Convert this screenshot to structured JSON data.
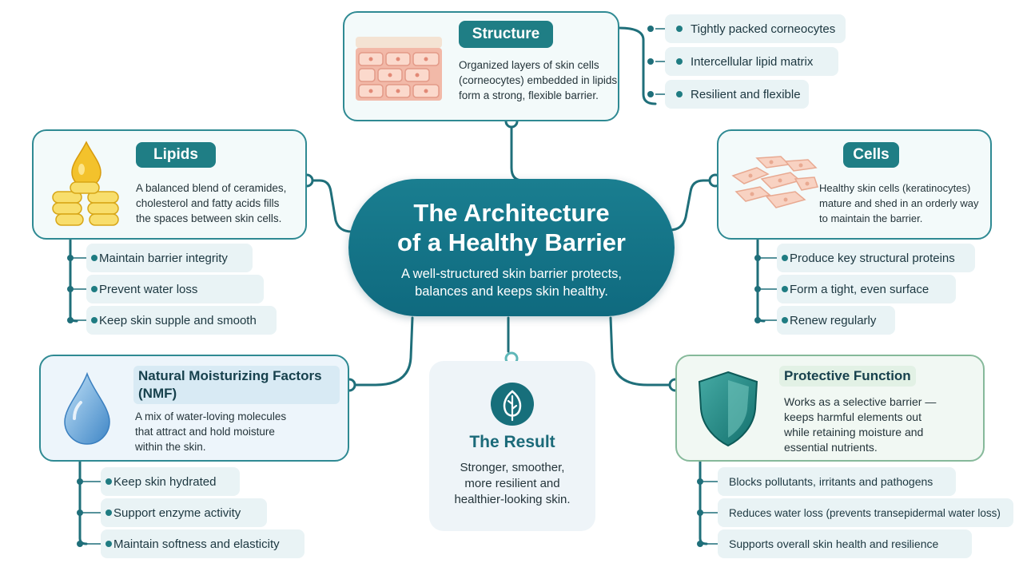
{
  "colors": {
    "teal": "#1f7e85",
    "teal_dark": "#0f6a7f",
    "chip_bg": "#e9f3f5",
    "green_border": "#86b99a"
  },
  "center": {
    "title_line1": "The Architecture",
    "title_line2": "of a Healthy Barrier",
    "subtitle_line1": "A well-structured skin barrier protects,",
    "subtitle_line2": "balances and keeps skin healthy."
  },
  "structure": {
    "title": "Structure",
    "desc": [
      "Organized layers of skin cells",
      "(corneocytes) embedded in lipids",
      "form a strong, flexible barrier."
    ],
    "bullets": [
      "Tightly packed corneocytes",
      "Intercellular lipid matrix",
      "Resilient and flexible"
    ],
    "icon": "skin-layers-icon"
  },
  "lipids": {
    "title": "Lipids",
    "desc": [
      "A balanced blend of ceramides,",
      "cholesterol and fatty acids fills",
      "the spaces between skin cells."
    ],
    "bullets": [
      "Maintain barrier integrity",
      "Prevent water loss",
      "Keep skin supple and smooth"
    ],
    "icon": "lipid-drop-icon"
  },
  "cells": {
    "title": "Cells",
    "desc": [
      "Healthy skin cells (keratinocytes)",
      "mature and shed in an orderly way",
      "to maintain the barrier."
    ],
    "bullets": [
      "Produce key structural proteins",
      "Form a tight, even surface",
      "Renew regularly"
    ],
    "icon": "skin-cells-icon"
  },
  "nmf": {
    "title_line1": "Natural Moisturizing Factors",
    "title_line2": "(NMF)",
    "desc": [
      "A mix of water-loving molecules",
      "that attract and hold moisture",
      "within the skin."
    ],
    "bullets": [
      "Keep skin hydrated",
      "Support enzyme activity",
      "Maintain softness and elasticity"
    ],
    "icon": "water-drop-icon"
  },
  "protective": {
    "title": "Protective Function",
    "desc": [
      "Works as a selective barrier —",
      "keeps harmful elements out",
      "while retaining moisture and",
      "essential nutrients."
    ],
    "bullets": [
      "Blocks pollutants, irritants and pathogens",
      "Reduces water loss (prevents transepidermal water loss)",
      "Supports overall skin health and resilience"
    ],
    "icon": "shield-icon"
  },
  "result": {
    "title": "The Result",
    "desc": [
      "Stronger, smoother,",
      "more resilient and",
      "healthier-looking skin."
    ],
    "icon": "leaf-icon"
  }
}
